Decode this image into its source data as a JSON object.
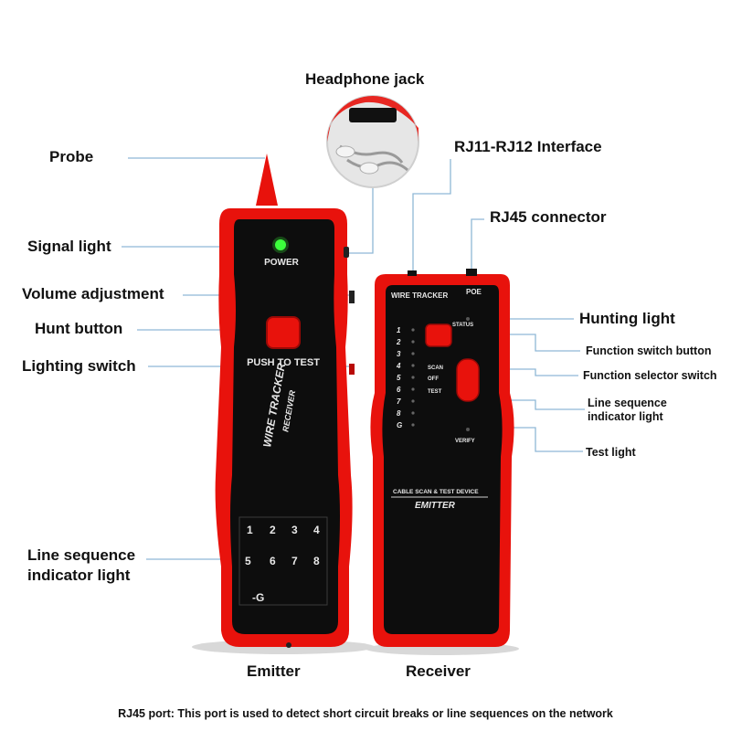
{
  "labels": {
    "headphone_jack": "Headphone jack",
    "probe": "Probe",
    "rj11_rj12": "RJ11-RJ12 Interface",
    "rj45_connector": "RJ45 connector",
    "signal_light": "Signal light",
    "volume_adjustment": "Volume adjustment",
    "hunt_button": "Hunt button",
    "lighting_switch": "Lighting switch",
    "line_sequence_left": "Line sequence indicator light",
    "emitter": "Emitter",
    "receiver": "Receiver",
    "hunting_light": "Hunting light",
    "function_switch_button": "Function switch button",
    "function_selector_switch": "Function selector switch",
    "line_sequence_right_1": "Line sequence",
    "line_sequence_right_2": "indicator light",
    "test_light": "Test light",
    "line_sequence_left_1": "Line sequence",
    "line_sequence_left_2": "indicator light"
  },
  "caption": "RJ45 port: This port is used to detect short circuit breaks or line sequences on the network",
  "receiver_device": {
    "power_label": "POWER",
    "push_label": "PUSH TO TEST",
    "brand": "WIRE TRACKER",
    "sub": "RECEIVER",
    "digits_row1": [
      "1",
      "2",
      "3",
      "4"
    ],
    "digits_row2": [
      "5",
      "6",
      "7",
      "8"
    ],
    "ground": "-G"
  },
  "emitter_device": {
    "brand": "WIRE TRACKER",
    "poe": "POE",
    "status": "STATUS",
    "numbers": [
      "1",
      "2",
      "3",
      "4",
      "5",
      "6",
      "7",
      "8",
      "G"
    ],
    "scan": "SCAN",
    "off": "OFF",
    "test": "TEST",
    "verify": "VERIFY",
    "cable_scan": "CABLE SCAN & TEST DEVICE",
    "name": "EMITTER"
  },
  "colors": {
    "device_red": "#e8120c",
    "panel_black": "#0d0d0d",
    "leader_blue": "#8fb8d6",
    "power_led": "#3dff3d"
  }
}
